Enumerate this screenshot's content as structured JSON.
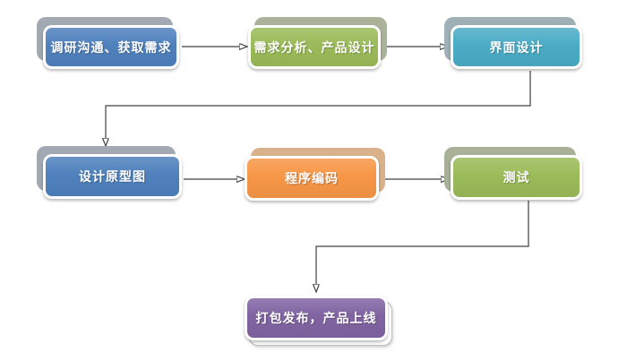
{
  "background": "#ffffff",
  "connector_color": "#404040",
  "nodes": [
    {
      "id": "research",
      "label": "调研沟通、获取需求",
      "color": "#4f81bd",
      "back_color": "#a3a9b2",
      "stack": "top-left"
    },
    {
      "id": "analysis",
      "label": "需求分析、产品设计",
      "color": "#9bbb59",
      "back_color": "#aab39a",
      "stack": "top-right"
    },
    {
      "id": "ui-design",
      "label": "界面设计",
      "color": "#4bacc6",
      "back_color": "#9fb0b6",
      "stack": "top-left"
    },
    {
      "id": "prototype",
      "label": "设计原型图",
      "color": "#4f81bd",
      "back_color": "#a3a9b2",
      "stack": "top-left"
    },
    {
      "id": "coding",
      "label": "程序编码",
      "color": "#f79646",
      "back_color": "#d9b28c",
      "stack": "top-right"
    },
    {
      "id": "testing",
      "label": "测试",
      "color": "#9bbb59",
      "back_color": "#a8b198",
      "stack": "top-left"
    },
    {
      "id": "release",
      "label": "打包发布，产品上线",
      "color": "#8064a2",
      "back_color": "#ffffff",
      "back_border": "#bdbdbd",
      "stack": "bottom-right"
    }
  ],
  "edges": [
    {
      "from": "research",
      "to": "analysis",
      "type": "straight"
    },
    {
      "from": "analysis",
      "to": "ui-design",
      "type": "straight"
    },
    {
      "from": "ui-design",
      "to": "prototype",
      "type": "elbow"
    },
    {
      "from": "prototype",
      "to": "coding",
      "type": "straight"
    },
    {
      "from": "coding",
      "to": "testing",
      "type": "straight"
    },
    {
      "from": "testing",
      "to": "release",
      "type": "elbow"
    }
  ]
}
